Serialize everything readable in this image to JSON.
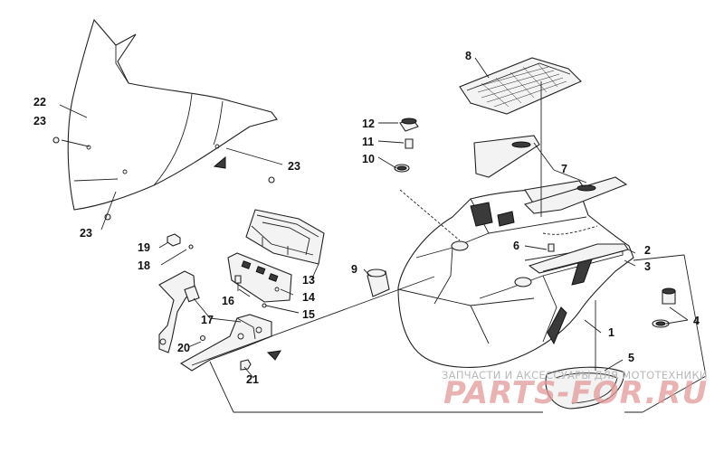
{
  "diagram": {
    "callouts": [
      "1",
      "2",
      "3",
      "4",
      "5",
      "6",
      "7",
      "8",
      "9",
      "10",
      "11",
      "12",
      "13",
      "14",
      "15",
      "16",
      "17",
      "18",
      "19",
      "20",
      "21",
      "22",
      "23",
      "23",
      "23",
      "23"
    ]
  },
  "watermark": {
    "tagline": "ЗАПЧАСТИ И АКСЕССУАРЫ ДЛЯ МОТОТЕХНИКИ",
    "brand": "PARTS-FOR.RU"
  }
}
